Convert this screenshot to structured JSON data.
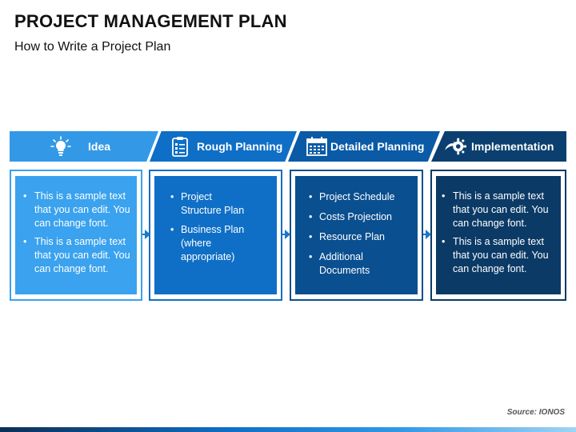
{
  "title": "PROJECT MANAGEMENT PLAN",
  "subtitle": "How to Write a Project Plan",
  "colors": {
    "stage1": "#3399e6",
    "stage2": "#0f6fc6",
    "stage3": "#0a4f90",
    "stage4": "#0b3a66"
  },
  "stages": [
    {
      "label": "Idea",
      "icon": "lightbulb-icon",
      "items": [
        "This is a sample text that you can edit. You can change font.",
        "This is a sample text that you can edit. You can change font."
      ]
    },
    {
      "label": "Rough Planning",
      "icon": "clipboard-checklist-icon",
      "items": [
        "Project Structure Plan",
        "Business Plan (where appropriate)"
      ]
    },
    {
      "label": "Detailed Planning",
      "icon": "calendar-icon",
      "items": [
        "Project Schedule",
        "Costs Projection",
        "Resource Plan",
        "Additional Documents"
      ]
    },
    {
      "label": "Implementation",
      "icon": "gear-arrow-icon",
      "items": [
        "This is a sample text that you can edit. You can change font.",
        "This is a sample text that you can edit. You can change font."
      ]
    }
  ],
  "source": "Source: IONOS"
}
